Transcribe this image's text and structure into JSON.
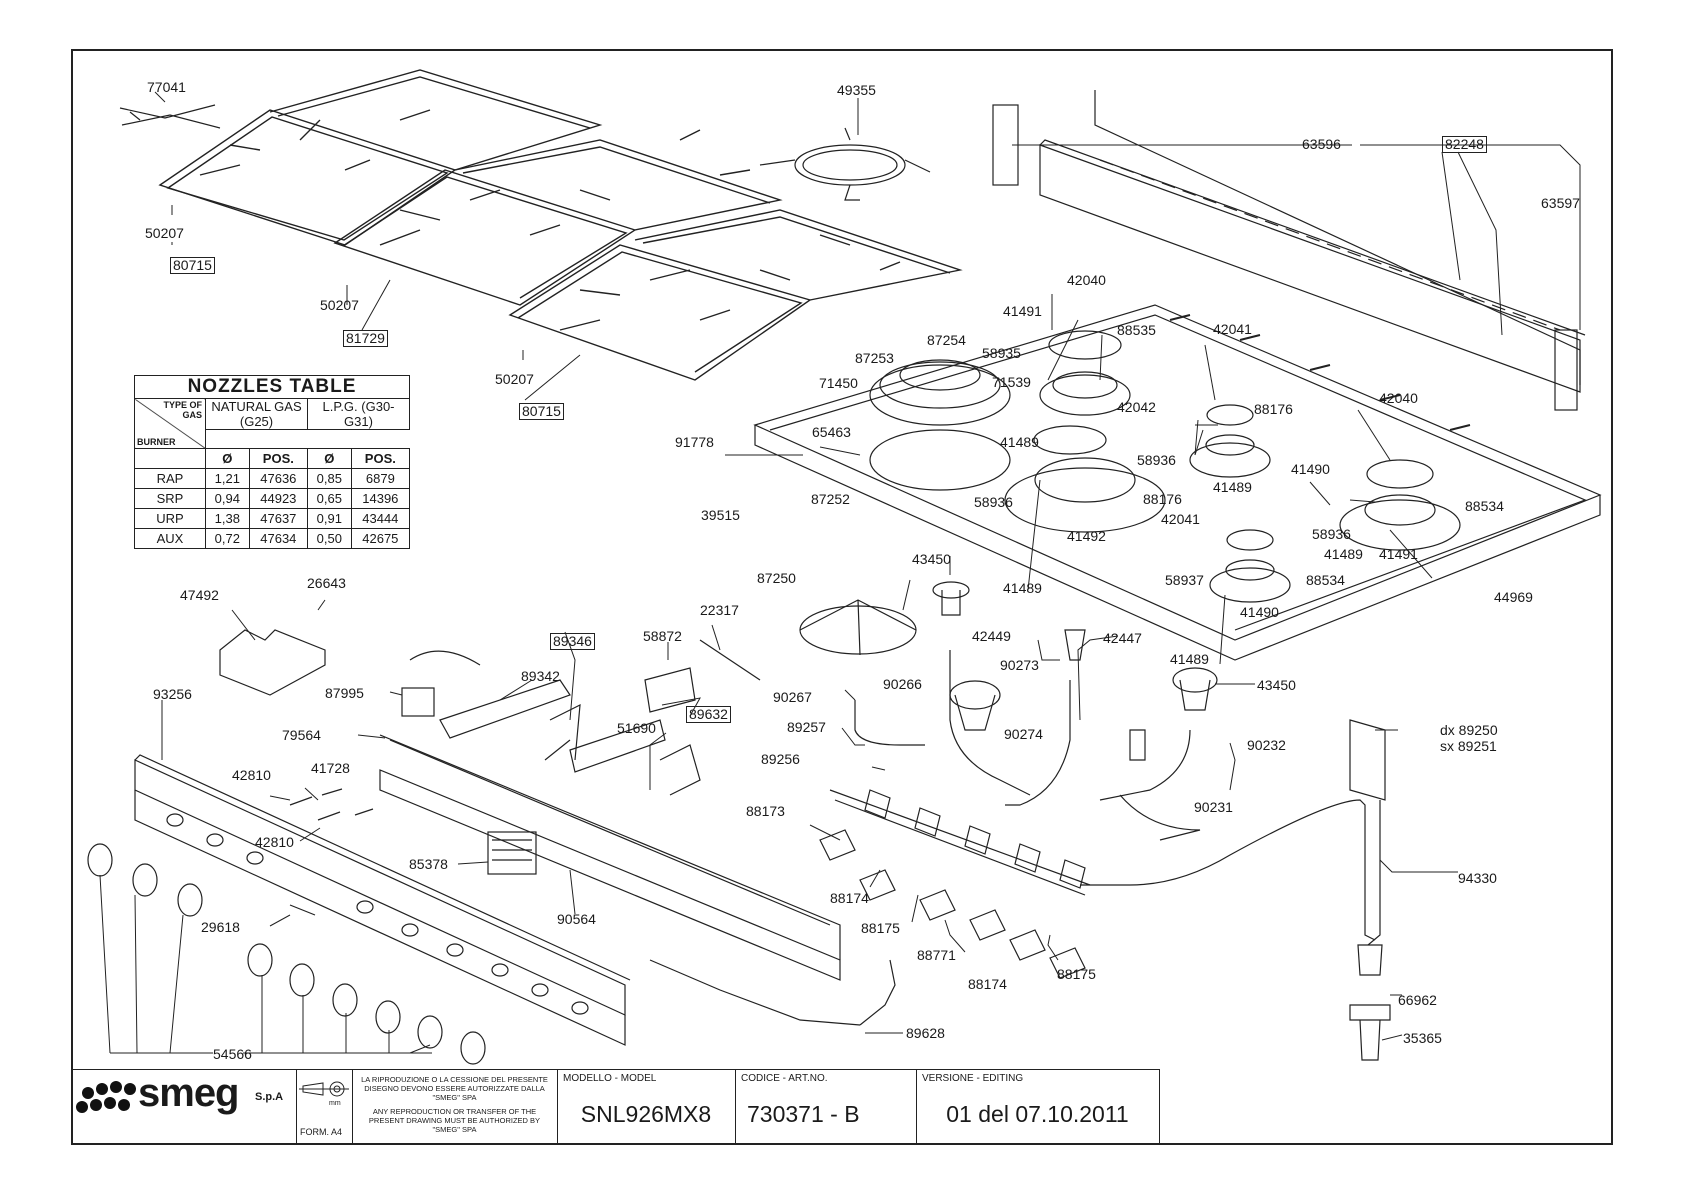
{
  "part_labels": {
    "p77041": "77041",
    "p49355": "49355",
    "p63596": "63596",
    "p82248": "82248",
    "p63597": "63597",
    "p50207a": "50207",
    "p80715a": "80715",
    "p50207b": "50207",
    "p81729": "81729",
    "p50207c": "50207",
    "p80715b": "80715",
    "p42040a": "42040",
    "p41491a": "41491",
    "p88535": "88535",
    "p42041a": "42041",
    "p87254": "87254",
    "p87253": "87253",
    "p58935": "58935",
    "p71539": "71539",
    "p71450": "71450",
    "p42042": "42042",
    "p88176a": "88176",
    "p42040b": "42040",
    "p91778": "91778",
    "p65463": "65463",
    "p41489a": "41489",
    "p58936a": "58936",
    "p41489b": "41489",
    "p41490a": "41490",
    "p87252": "87252",
    "p58936b": "58936",
    "p88176b": "88176",
    "p39515": "39515",
    "p41492": "41492",
    "p42041b": "42041",
    "p88534a": "88534",
    "p58936c": "58936",
    "p41489c": "41489",
    "p41491b": "41491",
    "p44969": "44969",
    "p58937": "58937",
    "p88534b": "88534",
    "p41489d": "41489",
    "p41490b": "41490",
    "p41489e": "41489",
    "p43450a": "43450",
    "p87250": "87250",
    "p42449": "42449",
    "p42447": "42447",
    "p43450b": "43450",
    "p90273": "90273",
    "p90266": "90266",
    "p90267": "90267",
    "p90274": "90274",
    "p90232": "90232",
    "p89257": "89257",
    "p89256": "89256",
    "p90231": "90231",
    "p88173": "88173",
    "p88174a": "88174",
    "p88175a": "88175",
    "p88771": "88771",
    "p88174b": "88174",
    "p88175b": "88175",
    "p94330": "94330",
    "p89250": "dx 89250",
    "p89251": "sx 89251",
    "p66962": "66962",
    "p35365": "35365",
    "p47492": "47492",
    "p26643": "26643",
    "p22317": "22317",
    "p58872": "58872",
    "p89346": "89346",
    "p89342": "89342",
    "p87995": "87995",
    "p93256": "93256",
    "p79564": "79564",
    "p51690": "51690",
    "p89632": "89632",
    "p42810a": "42810",
    "p41728": "41728",
    "p42810b": "42810",
    "p85378": "85378",
    "p29618": "29618",
    "p90564": "90564",
    "p54566": "54566",
    "p89628": "89628"
  },
  "nozzles_table": {
    "title": "NOZZLES TABLE",
    "type_of_gas": "TYPE OF GAS",
    "burner": "BURNER",
    "natural_gas": "NATURAL GAS (G25)",
    "lpg": "L.P.G. (G30-G31)",
    "dia": "Ø",
    "pos": "POS.",
    "rows": [
      {
        "burner": "RAP",
        "ng_dia": "1,21",
        "ng_pos": "47636",
        "lpg_dia": "0,85",
        "lpg_pos": "6879"
      },
      {
        "burner": "SRP",
        "ng_dia": "0,94",
        "ng_pos": "44923",
        "lpg_dia": "0,65",
        "lpg_pos": "14396"
      },
      {
        "burner": "URP",
        "ng_dia": "1,38",
        "ng_pos": "47637",
        "lpg_dia": "0,91",
        "lpg_pos": "43444"
      },
      {
        "burner": "AUX",
        "ng_dia": "0,72",
        "ng_pos": "47634",
        "lpg_dia": "0,50",
        "lpg_pos": "42675"
      }
    ]
  },
  "title_block": {
    "brand": "smeg",
    "brand_suffix": "S.p.A",
    "form": "FORM. A4",
    "copyright_it": "LA RIPRODUZIONE O LA CESSIONE DEL PRESENTE DISEGNO DEVONO ESSERE AUTORIZZATE DALLA \"SMEG\" SPA",
    "copyright_en": "ANY REPRODUCTION OR TRANSFER OF THE PRESENT DRAWING MUST BE AUTHORIZED BY \"SMEG\" SPA",
    "model_head": "MODELLO - MODEL",
    "model": "SNL926MX8",
    "code_head": "CODICE - ART.NO.",
    "code": "730371 - B",
    "version_head": "VERSIONE - EDITING",
    "version": "01 del 07.10.2011"
  }
}
